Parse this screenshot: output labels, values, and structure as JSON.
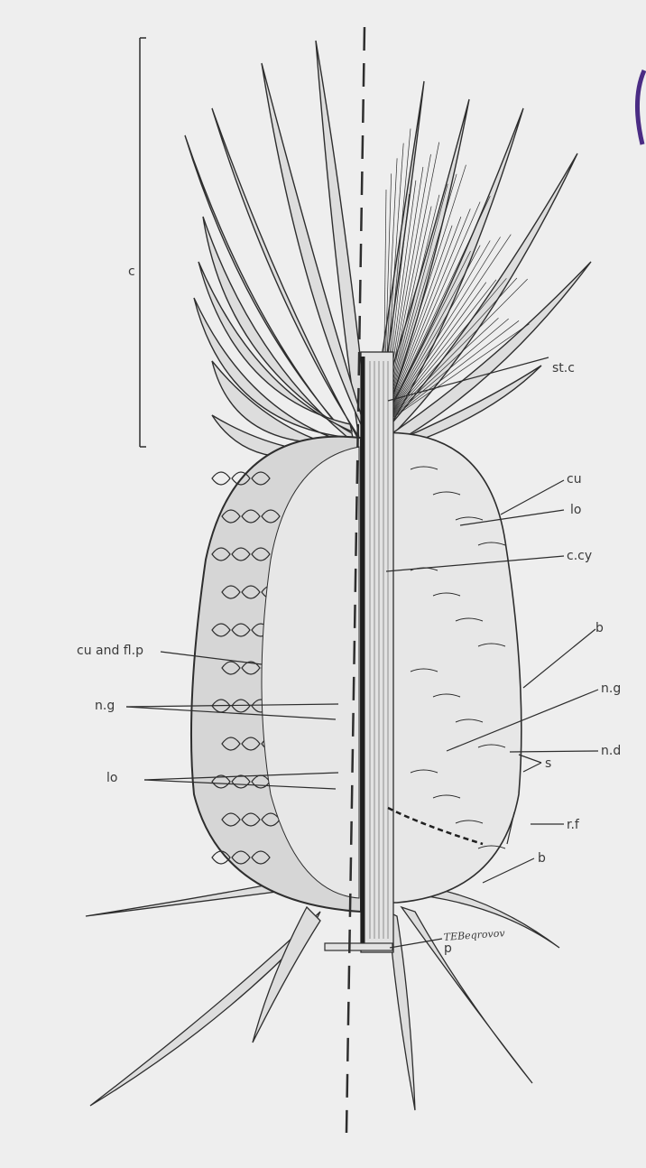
{
  "labels": {
    "c": "c",
    "st_c": "st.c",
    "cu_right": "cu",
    "lo_right": "lo",
    "c_cy": "c.cy",
    "b_upper": "b",
    "cu_and_flp": "cu and fl.p",
    "n_g_right": "n.g",
    "n_d": "n.d",
    "s": "s",
    "n_g_left": "n.g",
    "lo_left": "lo",
    "r_f": "r.f",
    "b_lower": "b",
    "p": "p",
    "signature": "TEBeqrovov"
  },
  "colors": {
    "background": "#eeeeee",
    "ink": "#2e2e2e",
    "leaf_fill": "#dddddd",
    "flesh_fill": "#e7e7e7",
    "accent_arc": "#4a2c84"
  }
}
